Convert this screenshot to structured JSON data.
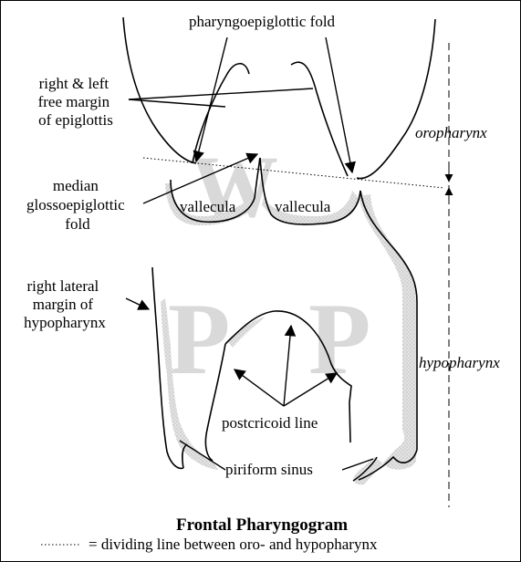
{
  "diagram": {
    "labels": {
      "pharyngoepiglottic_fold": "pharyngoepiglottic fold",
      "free_margin": [
        "right & left",
        "free margin",
        "of epiglottis"
      ],
      "median_fold": [
        "median",
        "glossoepiglottic",
        "fold"
      ],
      "vallecula_left": "vallecula",
      "vallecula_right": "vallecula",
      "lateral_margin": [
        "right lateral",
        "margin of",
        "hypopharynx"
      ],
      "oropharynx": "oropharynx",
      "hypopharynx": "hypopharynx",
      "postcricoid": "postcricoid line",
      "piriform": "piriform sinus"
    },
    "title": "Frontal Pharyngogram",
    "legend": "= dividing line between oro- and hypopharynx",
    "watermark": {
      "top": "W",
      "left": "P",
      "right": "P"
    }
  },
  "colors": {
    "ink": "#000000",
    "contrast_fill": "#cfcfcf",
    "watermark": "#d9d9d9"
  }
}
